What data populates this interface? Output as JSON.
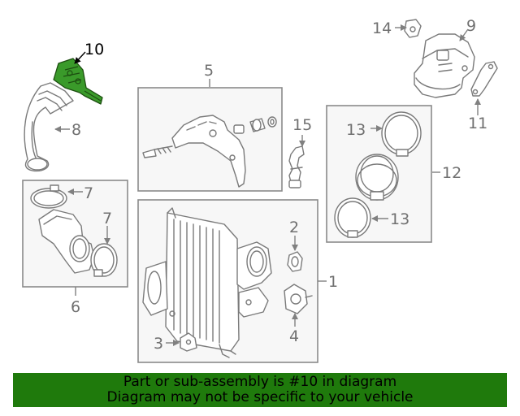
{
  "callouts": {
    "n1": "1",
    "n2": "2",
    "n3": "3",
    "n4": "4",
    "n5": "5",
    "n6": "6",
    "n7a": "7",
    "n7b": "7",
    "n8": "8",
    "n9": "9",
    "n10": "10",
    "n11": "11",
    "n12": "12",
    "n13a": "13",
    "n13b": "13",
    "n14": "14",
    "n15": "15"
  },
  "highlight": {
    "part": "10",
    "color": "#3a9a2a"
  },
  "banner": {
    "line1": "Part or sub-assembly is #10 in diagram",
    "line2": "Diagram may not be specific to your vehicle",
    "color": "#1f7a0c"
  }
}
